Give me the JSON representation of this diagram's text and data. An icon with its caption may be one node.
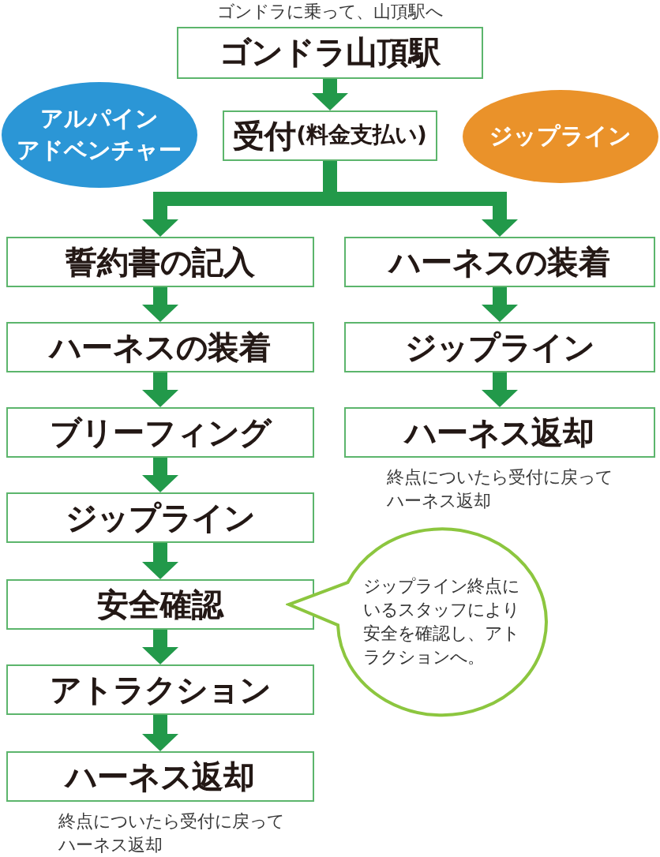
{
  "diagram": {
    "nodes": [
      {
        "text": [
          "ゴンドラ山頂駅"
        ],
        "beside": [
          "ゴンドラに乗って、山頂駅へ"
        ]
      },
      {
        "text": [
          "アルパインアドベンチャー"
        ]
      },
      {
        "text": [
          "受付",
          "(料金支払い)"
        ]
      },
      {
        "text": [
          "ジップライン"
        ]
      },
      {
        "text": [
          "誓約書の記入"
        ]
      },
      {
        "text": [
          "ハーネスの装着"
        ]
      },
      {
        "text": [
          "ブリーフィング"
        ]
      },
      {
        "text": [
          "ジップライン"
        ]
      },
      {
        "text": [
          "安全確認"
        ]
      },
      {
        "text": [
          "アトラクション"
        ]
      },
      {
        "text": [
          "ハーネス返却"
        ],
        "beside": [
          "終点についたら受付に戻ってハーネス返却"
        ]
      },
      {
        "text": [
          "ハーネスの装着"
        ]
      },
      {
        "text": [
          "ジップライン"
        ]
      },
      {
        "text": [
          "ハーネス返却"
        ],
        "beside": [
          "終点についたら受付に戻ってハーネス返却"
        ]
      },
      {
        "text": [
          "ジップライン終点にいるスタッフにより安全を確認し、アトラクションへ。"
        ]
      }
    ],
    "edges": [
      {
        "from": 0,
        "to": 2,
        "arrow": "to"
      },
      {
        "from": 2,
        "to": 4,
        "arrow": "to"
      },
      {
        "from": 2,
        "to": 11,
        "arrow": "to"
      },
      {
        "from": 4,
        "to": 5,
        "arrow": "to"
      },
      {
        "from": 5,
        "to": 6,
        "arrow": "to"
      },
      {
        "from": 6,
        "to": 7,
        "arrow": "to"
      },
      {
        "from": 7,
        "to": 8,
        "arrow": "to"
      },
      {
        "from": 8,
        "to": 9,
        "arrow": "to"
      },
      {
        "from": 9,
        "to": 10,
        "arrow": "to"
      },
      {
        "from": 11,
        "to": 12,
        "arrow": "to"
      },
      {
        "from": 12,
        "to": 13,
        "arrow": "to"
      }
    ]
  }
}
